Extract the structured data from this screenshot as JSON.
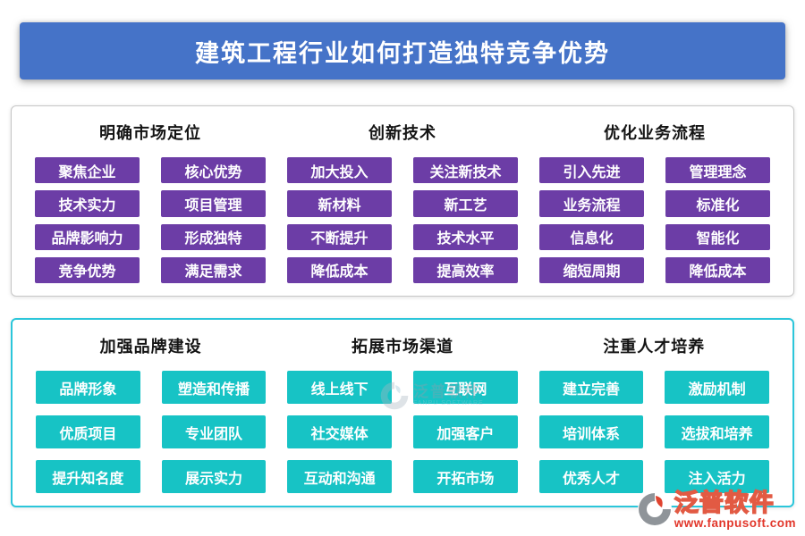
{
  "title": "建筑工程行业如何打造独特竞争优势",
  "colors": {
    "banner_blue": "#4573C8",
    "button_purple": "#6C3DA6",
    "button_teal": "#17C3C5",
    "panel_border_gray": "#C6C6C6",
    "panel_border_teal": "#2BC6DA",
    "watermark_red": "#E2372B"
  },
  "top_panel": {
    "groups": [
      {
        "header": "明确市场定位",
        "buttons": [
          "聚焦企业",
          "核心优势",
          "技术实力",
          "项目管理",
          "品牌影响力",
          "形成独特",
          "竞争优势",
          "满足需求"
        ]
      },
      {
        "header": "创新技术",
        "buttons": [
          "加大投入",
          "关注新技术",
          "新材料",
          "新工艺",
          "不断提升",
          "技术水平",
          "降低成本",
          "提高效率"
        ]
      },
      {
        "header": "优化业务流程",
        "buttons": [
          "引入先进",
          "管理理念",
          "业务流程",
          "标准化",
          "信息化",
          "智能化",
          "缩短周期",
          "降低成本"
        ]
      }
    ]
  },
  "bottom_panel": {
    "groups": [
      {
        "header": "加强品牌建设",
        "buttons": [
          "品牌形象",
          "塑造和传播",
          "优质项目",
          "专业团队",
          "提升知名度",
          "展示实力"
        ]
      },
      {
        "header": "拓展市场渠道",
        "buttons": [
          "线上线下",
          "互联网",
          "社交媒体",
          "加强客户",
          "互动和沟通",
          "开拓市场"
        ]
      },
      {
        "header": "注重人才培养",
        "buttons": [
          "建立完善",
          "激励机制",
          "培训体系",
          "选拔和培养",
          "优秀人才",
          "注入活力"
        ]
      }
    ]
  },
  "watermark_center": {
    "brand": "泛普软件",
    "subtext": "FANPU SOFTWARE"
  },
  "watermark_corner": {
    "brand": "泛普软件",
    "url": "www.fanpusoft.com"
  }
}
